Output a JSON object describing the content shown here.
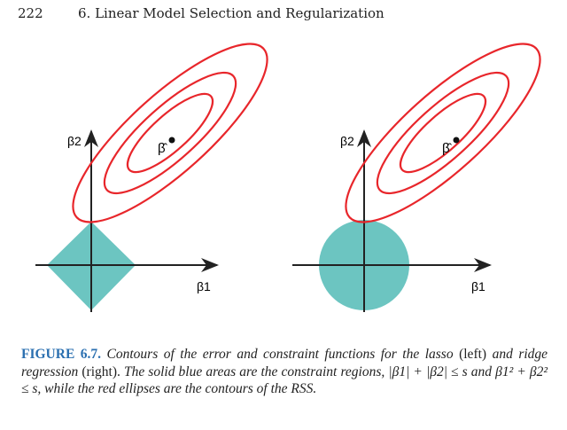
{
  "header": {
    "page_number": "222",
    "chapter_title": "6. Linear Model Selection and Regularization"
  },
  "figure": {
    "panels": [
      {
        "name": "lasso",
        "constraint": "diamond"
      },
      {
        "name": "ridge",
        "constraint": "circle"
      }
    ],
    "x_label": "β1",
    "y_label": "β2",
    "estimate_label": "β̂",
    "colors": {
      "constraint": "#6cc5c1",
      "contour": "#e8262b",
      "axis": "#222222"
    }
  },
  "caption": {
    "label": "FIGURE 6.7.",
    "p1": "Contours of the error and constraint functions for the lasso",
    "p2": "(left)",
    "p3": "and ridge regression",
    "p4": "(right).",
    "p5": "The solid blue areas are the constraint regions, |β1| + |β2| ≤ s and β1² + β2² ≤ s, while the red ellipses are the contours of the RSS."
  }
}
